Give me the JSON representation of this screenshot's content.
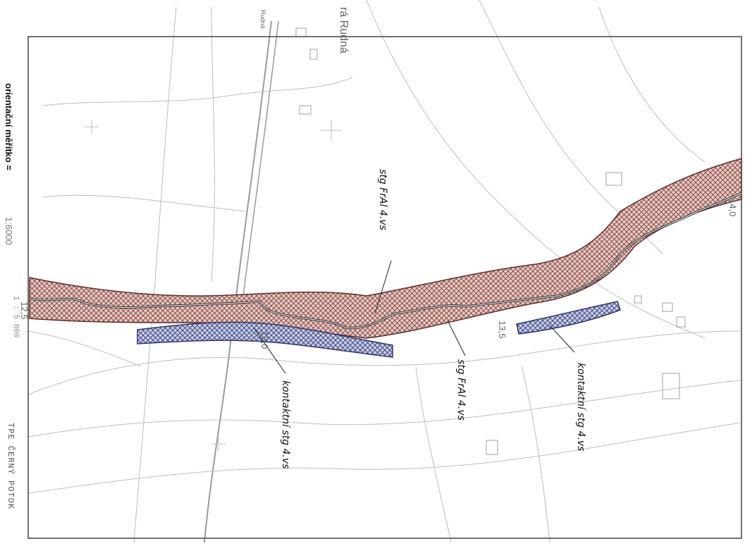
{
  "scale": {
    "label": "orientační měřítko =",
    "value": "1:6000",
    "scan_scale": "1 : 5 000"
  },
  "labels": {
    "stg_upper": "stg FrAl 4.vs",
    "stg_lower": "stg FrAl 4.vs",
    "contact_left": "kontaktní stg 4.vs",
    "contact_right": "kontaktní stg 4.vs"
  },
  "map_text": {
    "place": "rá Rudná",
    "km_125": "12,5",
    "km_130": "13,0",
    "km_135": "13,5",
    "km_140": "14,0",
    "road_name": "Rudná",
    "sheet_title": "TPE ČERNÝ POTOK"
  },
  "colors": {
    "corridor_fill": "#c99a93",
    "corridor_outline": "#5a2f2a",
    "contact_fill": "#9fa7cf",
    "contact_outline": "#2d3569",
    "stream": "#2a2a2a",
    "base_lines": "#b8b8b8",
    "frame": "#444444"
  }
}
